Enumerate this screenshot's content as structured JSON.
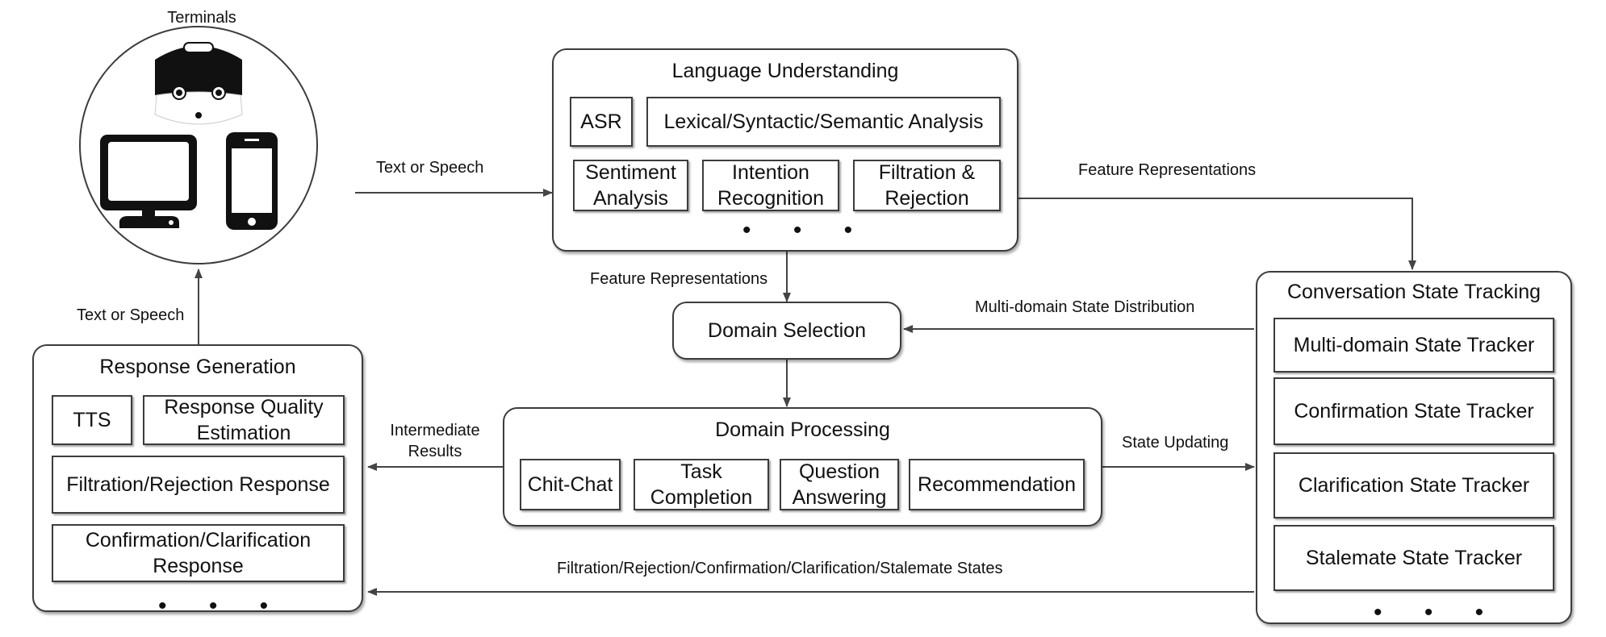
{
  "terminals": {
    "label": "Terminals"
  },
  "language_understanding": {
    "title": "Language Understanding",
    "modules": [
      "ASR",
      "Lexical/Syntactic/Semantic Analysis",
      "Sentiment Analysis",
      "Intention Recognition",
      "Filtration & Rejection"
    ],
    "ellipsis": "• • •"
  },
  "domain_selection": {
    "title": "Domain Selection"
  },
  "domain_processing": {
    "title": "Domain Processing",
    "modules": [
      "Chit-Chat",
      "Task Completion",
      "Question Answering",
      "Recommendation"
    ]
  },
  "response_generation": {
    "title": "Response Generation",
    "modules": [
      "TTS",
      "Response Quality Estimation",
      "Filtration/Rejection Response",
      "Confirmation/Clarification Response"
    ],
    "ellipsis": "• • •"
  },
  "conversation_state_tracking": {
    "title": "Conversation State Tracking",
    "modules": [
      "Multi-domain State Tracker",
      "Confirmation State Tracker",
      "Clarification State Tracker",
      "Stalemate State Tracker"
    ],
    "ellipsis": "• • •"
  },
  "edges": {
    "terminals_to_lu": "Text or Speech",
    "lu_to_cst": "Feature Representations",
    "lu_to_ds": "Feature Representations",
    "cst_to_ds": "Multi-domain State Distribution",
    "dp_to_rg": "Intermediate Results",
    "dp_to_cst": "State Updating",
    "cst_to_rg": "Filtration/Rejection/Confirmation/Clarification/Stalemate States",
    "rg_to_terminals": "Text or Speech"
  }
}
